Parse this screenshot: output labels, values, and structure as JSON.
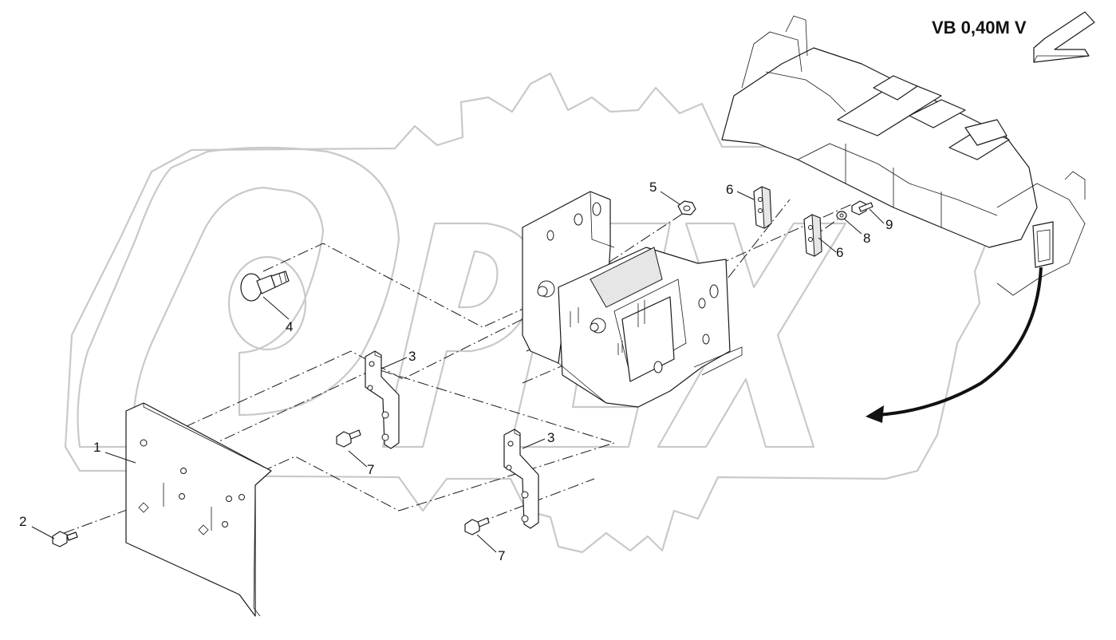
{
  "view": {
    "label": "VB 0,40M V",
    "direction_icon": "view-direction-arrow-icon",
    "watermark": "OPEX",
    "watermark_icon": "opex-gear-logo"
  },
  "callouts": [
    {
      "id": "c1",
      "label": "1"
    },
    {
      "id": "c2",
      "label": "2"
    },
    {
      "id": "c3a",
      "label": "3"
    },
    {
      "id": "c3b",
      "label": "3"
    },
    {
      "id": "c4",
      "label": "4"
    },
    {
      "id": "c5",
      "label": "5"
    },
    {
      "id": "c6a",
      "label": "6"
    },
    {
      "id": "c6b",
      "label": "6"
    },
    {
      "id": "c7a",
      "label": "7"
    },
    {
      "id": "c7b",
      "label": "7"
    },
    {
      "id": "c8",
      "label": "8"
    },
    {
      "id": "c9",
      "label": "9"
    }
  ],
  "colors": {
    "line": "#1a1a1a",
    "watermark": "#c9c9c9",
    "background": "#ffffff"
  }
}
